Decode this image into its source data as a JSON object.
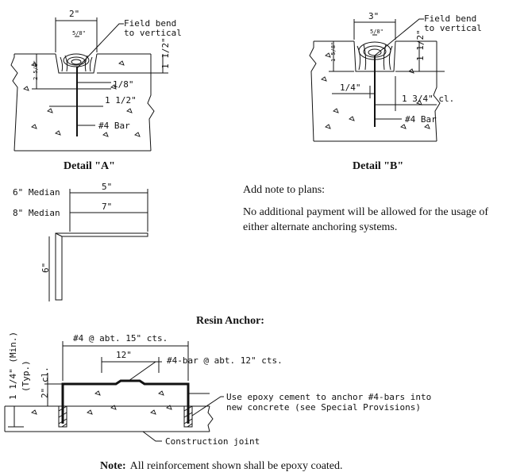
{
  "detail_a": {
    "title": "Detail \"A\"",
    "dim_top": "2\"",
    "dim_5_8": "5/8\"",
    "callout": [
      "Field bend",
      "to vertical"
    ],
    "dim_depth": "1 1/2\"",
    "dim_2_5_8": "2 5/8\"",
    "dim_1_8": "1/8\"",
    "dim_1_1_2": "1 1/2\"",
    "bar": "#4 Bar"
  },
  "detail_b": {
    "title": "Detail \"B\"",
    "dim_top": "3\"",
    "dim_5_8": "5/8\"",
    "callout": [
      "Field bend",
      "to vertical"
    ],
    "dim_depth": "1 1/2\"",
    "dim_left": "1 5/8\"",
    "dim_1_4": "1/4\"",
    "dim_cl": "1 3/4\" cl.",
    "bar": "#4 Bar"
  },
  "bar_bend": {
    "median_6": "6\" Median",
    "median_8": "8\" Median",
    "dim_5": "5\"",
    "dim_7": "7\"",
    "dim_6": "6\""
  },
  "notes": {
    "add_note": "Add note to plans:",
    "payment_line1": "No additional payment will be allowed for the usage of",
    "payment_line2": "either alternate anchoring systems."
  },
  "resin": {
    "title": "Resin Anchor:",
    "dim_spacing": "#4 @ abt. 15\" cts.",
    "dim_12": "12\"",
    "bar_callout": "#4-bar @ abt. 12\" cts.",
    "dim_2_cl": "2\" cl.",
    "dim_min": "1 1/4\" (Min.)",
    "dim_typ": "(Typ.)",
    "epoxy_line1": "Use epoxy cement to anchor #4-bars into",
    "epoxy_line2": "new concrete (see Special Provisions)",
    "joint": "Construction joint"
  },
  "footer": {
    "note_label": "Note:",
    "note_text": "All reinforcement shown shall be epoxy coated."
  }
}
